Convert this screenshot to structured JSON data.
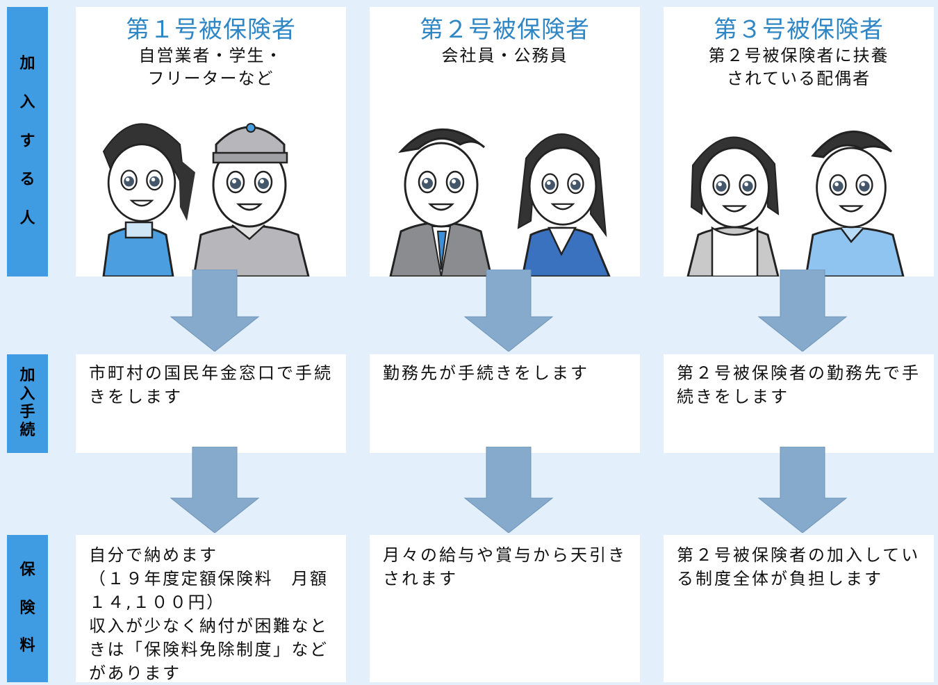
{
  "sidebar": {
    "join_people": [
      "加",
      "入",
      "す",
      "る",
      "人"
    ],
    "procedure": [
      "加",
      "入",
      "手",
      "続"
    ],
    "premium": [
      "保",
      "険",
      "料"
    ]
  },
  "columns": [
    {
      "title": "第１号被保険者",
      "subtitle_lines": [
        "自営業者・学生・",
        "フリーターなど"
      ],
      "procedure": "市町村の国民年金窓口で手続きをします",
      "premium_lines": [
        "自分で納めます",
        "（１９年度定額保険料　月額１４,１００円）",
        "収入が少なく納付が困難なときは「保険料免除制度」などがあります"
      ]
    },
    {
      "title": "第２号被保険者",
      "subtitle_lines": [
        "会社員・公務員"
      ],
      "procedure": "勤務先が手続きをします",
      "premium_lines": [
        "月々の給与や賞与から天引きされます"
      ]
    },
    {
      "title": "第３号被保険者",
      "subtitle_lines": [
        "第２号被保険者に扶養",
        "されている配偶者"
      ],
      "procedure": "第２号被保険者の勤務先で手続きをします",
      "premium_lines": [
        "第２号被保険者の加入している制度全体が負担します"
      ]
    }
  ],
  "colors": {
    "sidebar": "#3f9be2",
    "title": "#2f86c5",
    "background": "#e3effa",
    "arrow": "#86aacb"
  }
}
